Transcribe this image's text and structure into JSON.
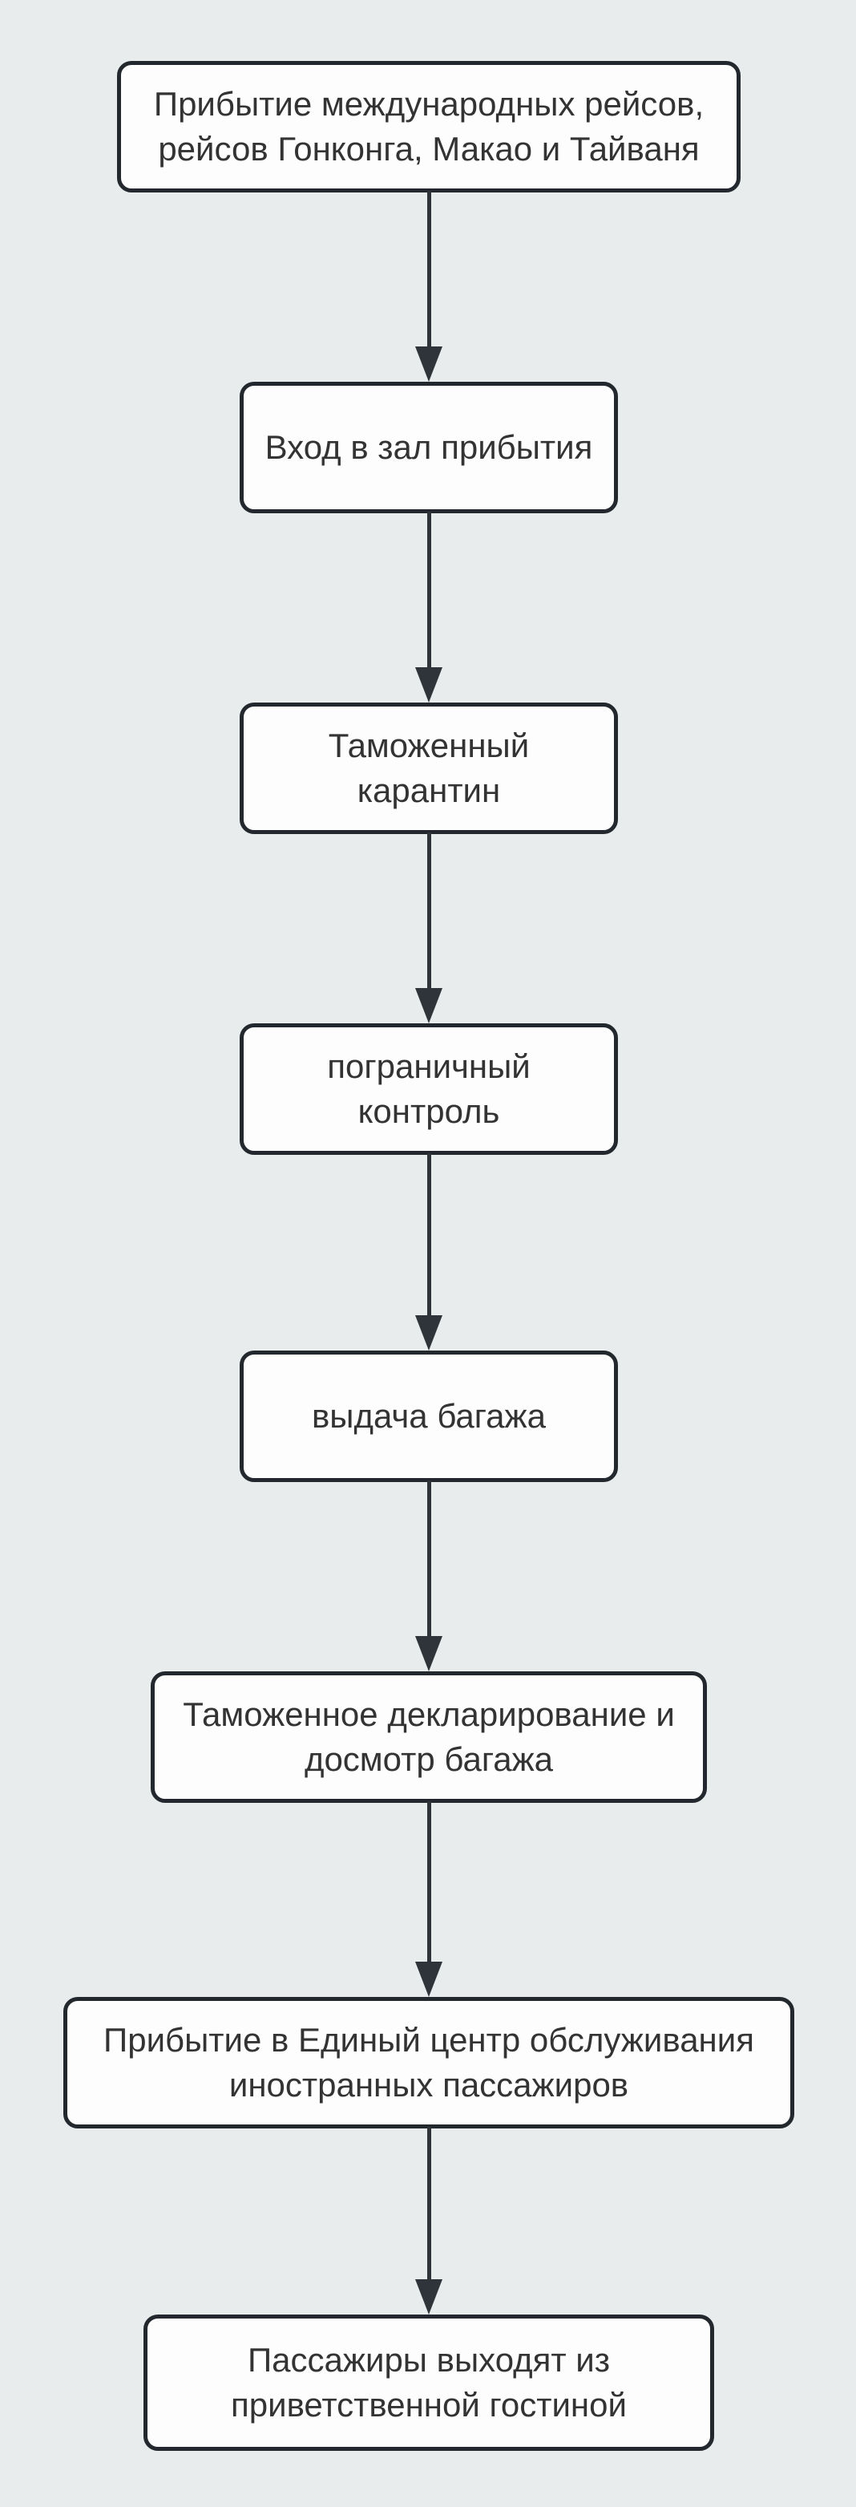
{
  "diagram": {
    "type": "flowchart",
    "direction": "top-down",
    "colors": {
      "background": "#e8eced",
      "node_fill": "#fdfdfd",
      "node_border": "#23282e",
      "edge": "#2e343a",
      "text": "#333333"
    },
    "nodes": [
      {
        "id": "A",
        "label": "Прибытие международных рейсов,\nрейсов Гонконга, Макао и Тайваня"
      },
      {
        "id": "B",
        "label": "Вход в зал прибытия"
      },
      {
        "id": "C",
        "label": "Таможенный\nкарантин"
      },
      {
        "id": "D",
        "label": "пограничный\nконтроль"
      },
      {
        "id": "E",
        "label": "выдача багажа"
      },
      {
        "id": "F",
        "label": "Таможенное декларирование и\nдосмотр багажа"
      },
      {
        "id": "G",
        "label": "Прибытие в Единый центр обслуживания\nиностранных пассажиров"
      },
      {
        "id": "H",
        "label": "Пассажиры выходят из\nприветственной гостиной"
      }
    ],
    "edges": [
      {
        "from": "A",
        "to": "B"
      },
      {
        "from": "B",
        "to": "C"
      },
      {
        "from": "C",
        "to": "D"
      },
      {
        "from": "D",
        "to": "E"
      },
      {
        "from": "E",
        "to": "F"
      },
      {
        "from": "F",
        "to": "G"
      },
      {
        "from": "G",
        "to": "H"
      }
    ]
  }
}
